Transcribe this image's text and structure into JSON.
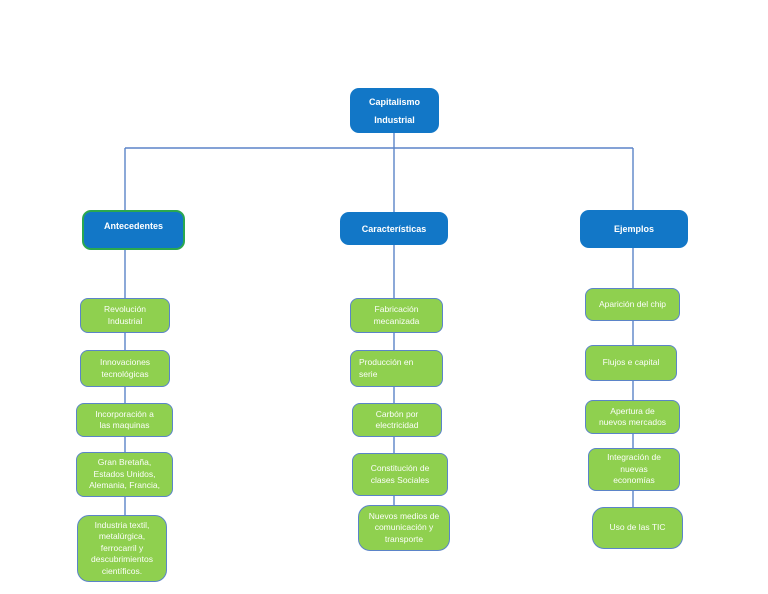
{
  "diagram": {
    "type": "concept-map",
    "root": {
      "label": "Capitalismo Industrial"
    },
    "columns": [
      {
        "header": "Antecedentes",
        "items": [
          "Revolución Industrial",
          "Innovaciones tecnológicas",
          "Incorporación a las maquinas",
          "Gran Bretaña, Estados Unidos, Alemania, Francia,",
          "Industria textil, metalúrgica, ferrocarril y descubrimientos científicos."
        ]
      },
      {
        "header": "Características",
        "items": [
          "Fabricación mecanizada",
          "Producción en serie",
          "Carbón por electricidad",
          "Constitución de clases Sociales",
          "Nuevos medios de comunicación y transporte"
        ]
      },
      {
        "header": "Ejemplos",
        "items": [
          "Aparición del chip",
          "Flujos e capital",
          "Apertura de nuevos mercados",
          "Integración de nuevas economías",
          "Uso de las TIC"
        ]
      }
    ],
    "colors": {
      "node_blue": "#1277c7",
      "node_green": "#8fd04f",
      "header_border_green": "#2ba84f",
      "connector_blue": "#5b84c8",
      "text": "#ffffff"
    }
  }
}
